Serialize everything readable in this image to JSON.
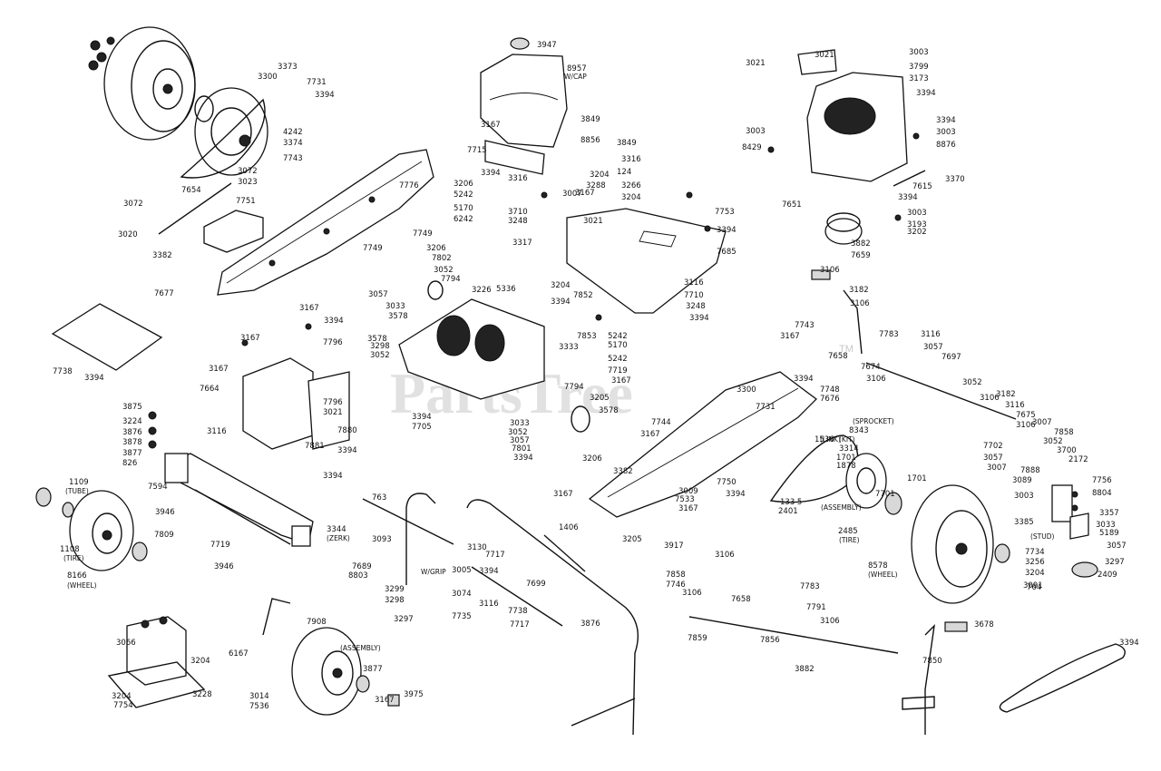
{
  "watermark": {
    "text": "PartsTree",
    "trademark": "TM"
  },
  "callouts": [
    "3947",
    "8957",
    "W/CAP",
    "3849",
    "8856",
    "3849",
    "3167",
    "7715",
    "3394",
    "3316",
    "3204",
    "124",
    "3288",
    "3266",
    "3007",
    "3204",
    "3373",
    "3300",
    "7731",
    "3394",
    "4242",
    "3374",
    "7743",
    "3072",
    "3023",
    "3206",
    "5242",
    "7776",
    "7654",
    "7751",
    "3072",
    "3020",
    "5170",
    "6242",
    "7749",
    "7749",
    "3206",
    "3382",
    "7677",
    "7802",
    "3052",
    "7794",
    "3226",
    "3057",
    "3033",
    "3578",
    "5336",
    "3316",
    "3710",
    "3248",
    "3317",
    "3167",
    "3021",
    "7753",
    "3394",
    "7685",
    "3116",
    "7710",
    "3248",
    "3394",
    "3204",
    "7852",
    "3394",
    "3333",
    "7853",
    "3167",
    "3394",
    "7796",
    "3578",
    "3298",
    "3052",
    "3167",
    "7738",
    "3394",
    "3167",
    "7664",
    "3116",
    "7796",
    "3021",
    "7881",
    "7880",
    "3394",
    "3875",
    "3224",
    "3876",
    "3878",
    "3877",
    "826",
    "7594",
    "3394",
    "3946",
    "3344",
    "(ZERK)",
    "1109",
    "(TUBE)",
    "1108",
    "(TIRE)",
    "8166",
    "(WHEEL)",
    "7809",
    "7719",
    "3946",
    "763",
    "3093",
    "7689",
    "8803",
    "W/GRIP",
    "3299",
    "3298",
    "3297",
    "3130",
    "7717",
    "3005",
    "3394",
    "7699",
    "3074",
    "3116",
    "7735",
    "7738",
    "7717",
    "3876",
    "7908",
    "6167",
    "3204",
    "3014",
    "7536",
    "(ASSEMBLY)",
    "3877",
    "3167",
    "3975",
    "3066",
    "3204",
    "7754",
    "3228",
    "7794",
    "3205",
    "3578",
    "3052",
    "3033",
    "3057",
    "7801",
    "3394",
    "3206",
    "5242",
    "5170",
    "5242",
    "7719",
    "3167",
    "3394",
    "7705",
    "3167",
    "7744",
    "3300",
    "7731",
    "7743",
    "3167",
    "3394",
    "7748",
    "7676",
    "3382",
    "3167",
    "3205",
    "3009",
    "7533",
    "3167",
    "7750",
    "3394",
    "3917",
    "3106",
    "1406",
    "7858",
    "7746",
    "3106",
    "7658",
    "7783",
    "7791",
    "3106",
    "7859",
    "7856",
    "3882",
    "7850",
    "3678",
    "3394",
    "3021",
    "3003",
    "3799",
    "3173",
    "3394",
    "3021",
    "3003",
    "3394",
    "3003",
    "8429",
    "8876",
    "7615",
    "3370",
    "3394",
    "7651",
    "3003",
    "3193",
    "3202",
    "3882",
    "7659",
    "3106",
    "3182",
    "3106",
    "7783",
    "3116",
    "7658",
    "3057",
    "7674",
    "7697",
    "3106",
    "3052",
    "3106",
    "3182",
    "3116",
    "7675",
    "3106",
    "7702",
    "3007",
    "7858",
    "3052",
    "3700",
    "3057",
    "2172",
    "3007",
    "7888",
    "3089",
    "3003",
    "7756",
    "8804",
    "3385",
    "3357",
    "(STUD)",
    "3033",
    "5189",
    "3057",
    "7734",
    "3256",
    "3297",
    "3204",
    "3091",
    "2409",
    "764",
    "(SPROCKET)",
    "8343",
    "(KIT)",
    "3314",
    "1701",
    "1878",
    "1701",
    "7701",
    "1536",
    "(LINK)",
    "133 5",
    "2401",
    "(ASSEMBLY)",
    "2485",
    "(TIRE)",
    "8578",
    "(WHEEL)"
  ]
}
